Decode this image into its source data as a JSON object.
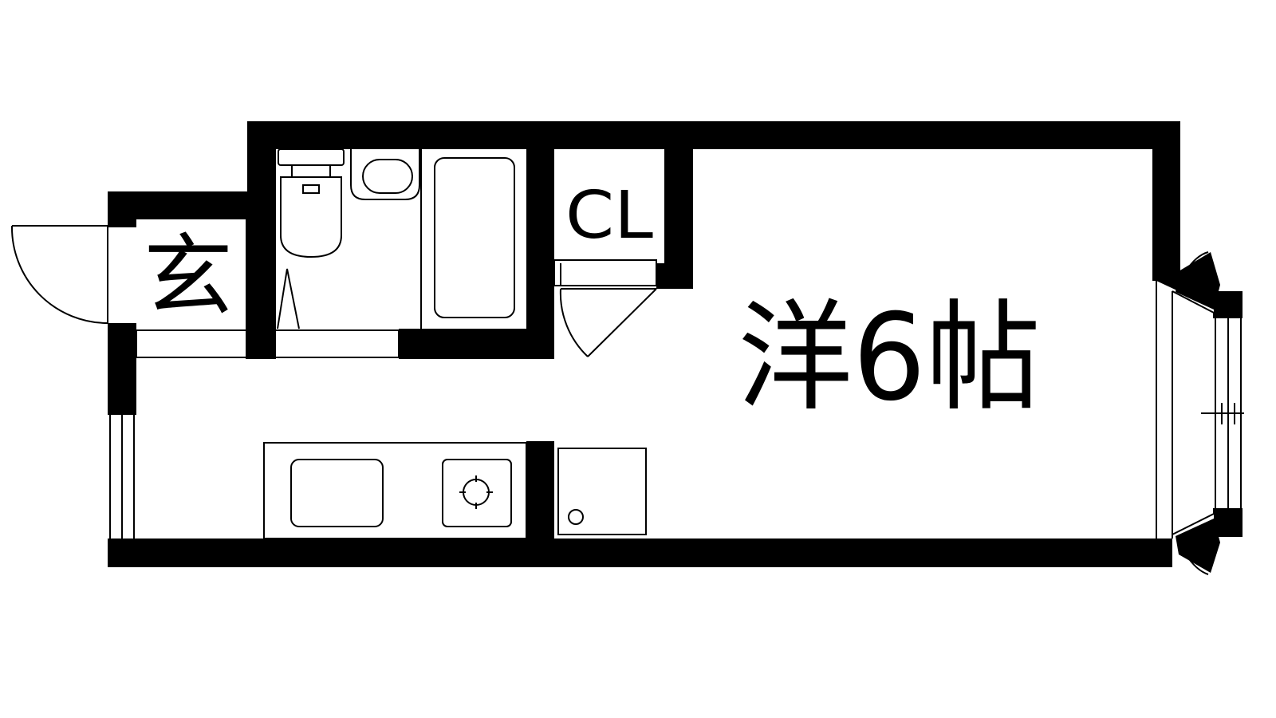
{
  "floor_plan": {
    "labels": {
      "entrance": "玄",
      "closet": "CL",
      "western_room": "洋6帖"
    },
    "colors": {
      "wall": "#000000",
      "background": "#ffffff",
      "line": "#000000"
    },
    "fixtures": [
      "toilet-icon",
      "wash-basin-icon",
      "bathtub-icon",
      "sink-icon",
      "gas-burner-icon",
      "washer-space-icon"
    ],
    "openings": [
      "entrance-door-icon",
      "closet-door-icon",
      "bay-window-icon",
      "kitchen-window-icon"
    ]
  }
}
